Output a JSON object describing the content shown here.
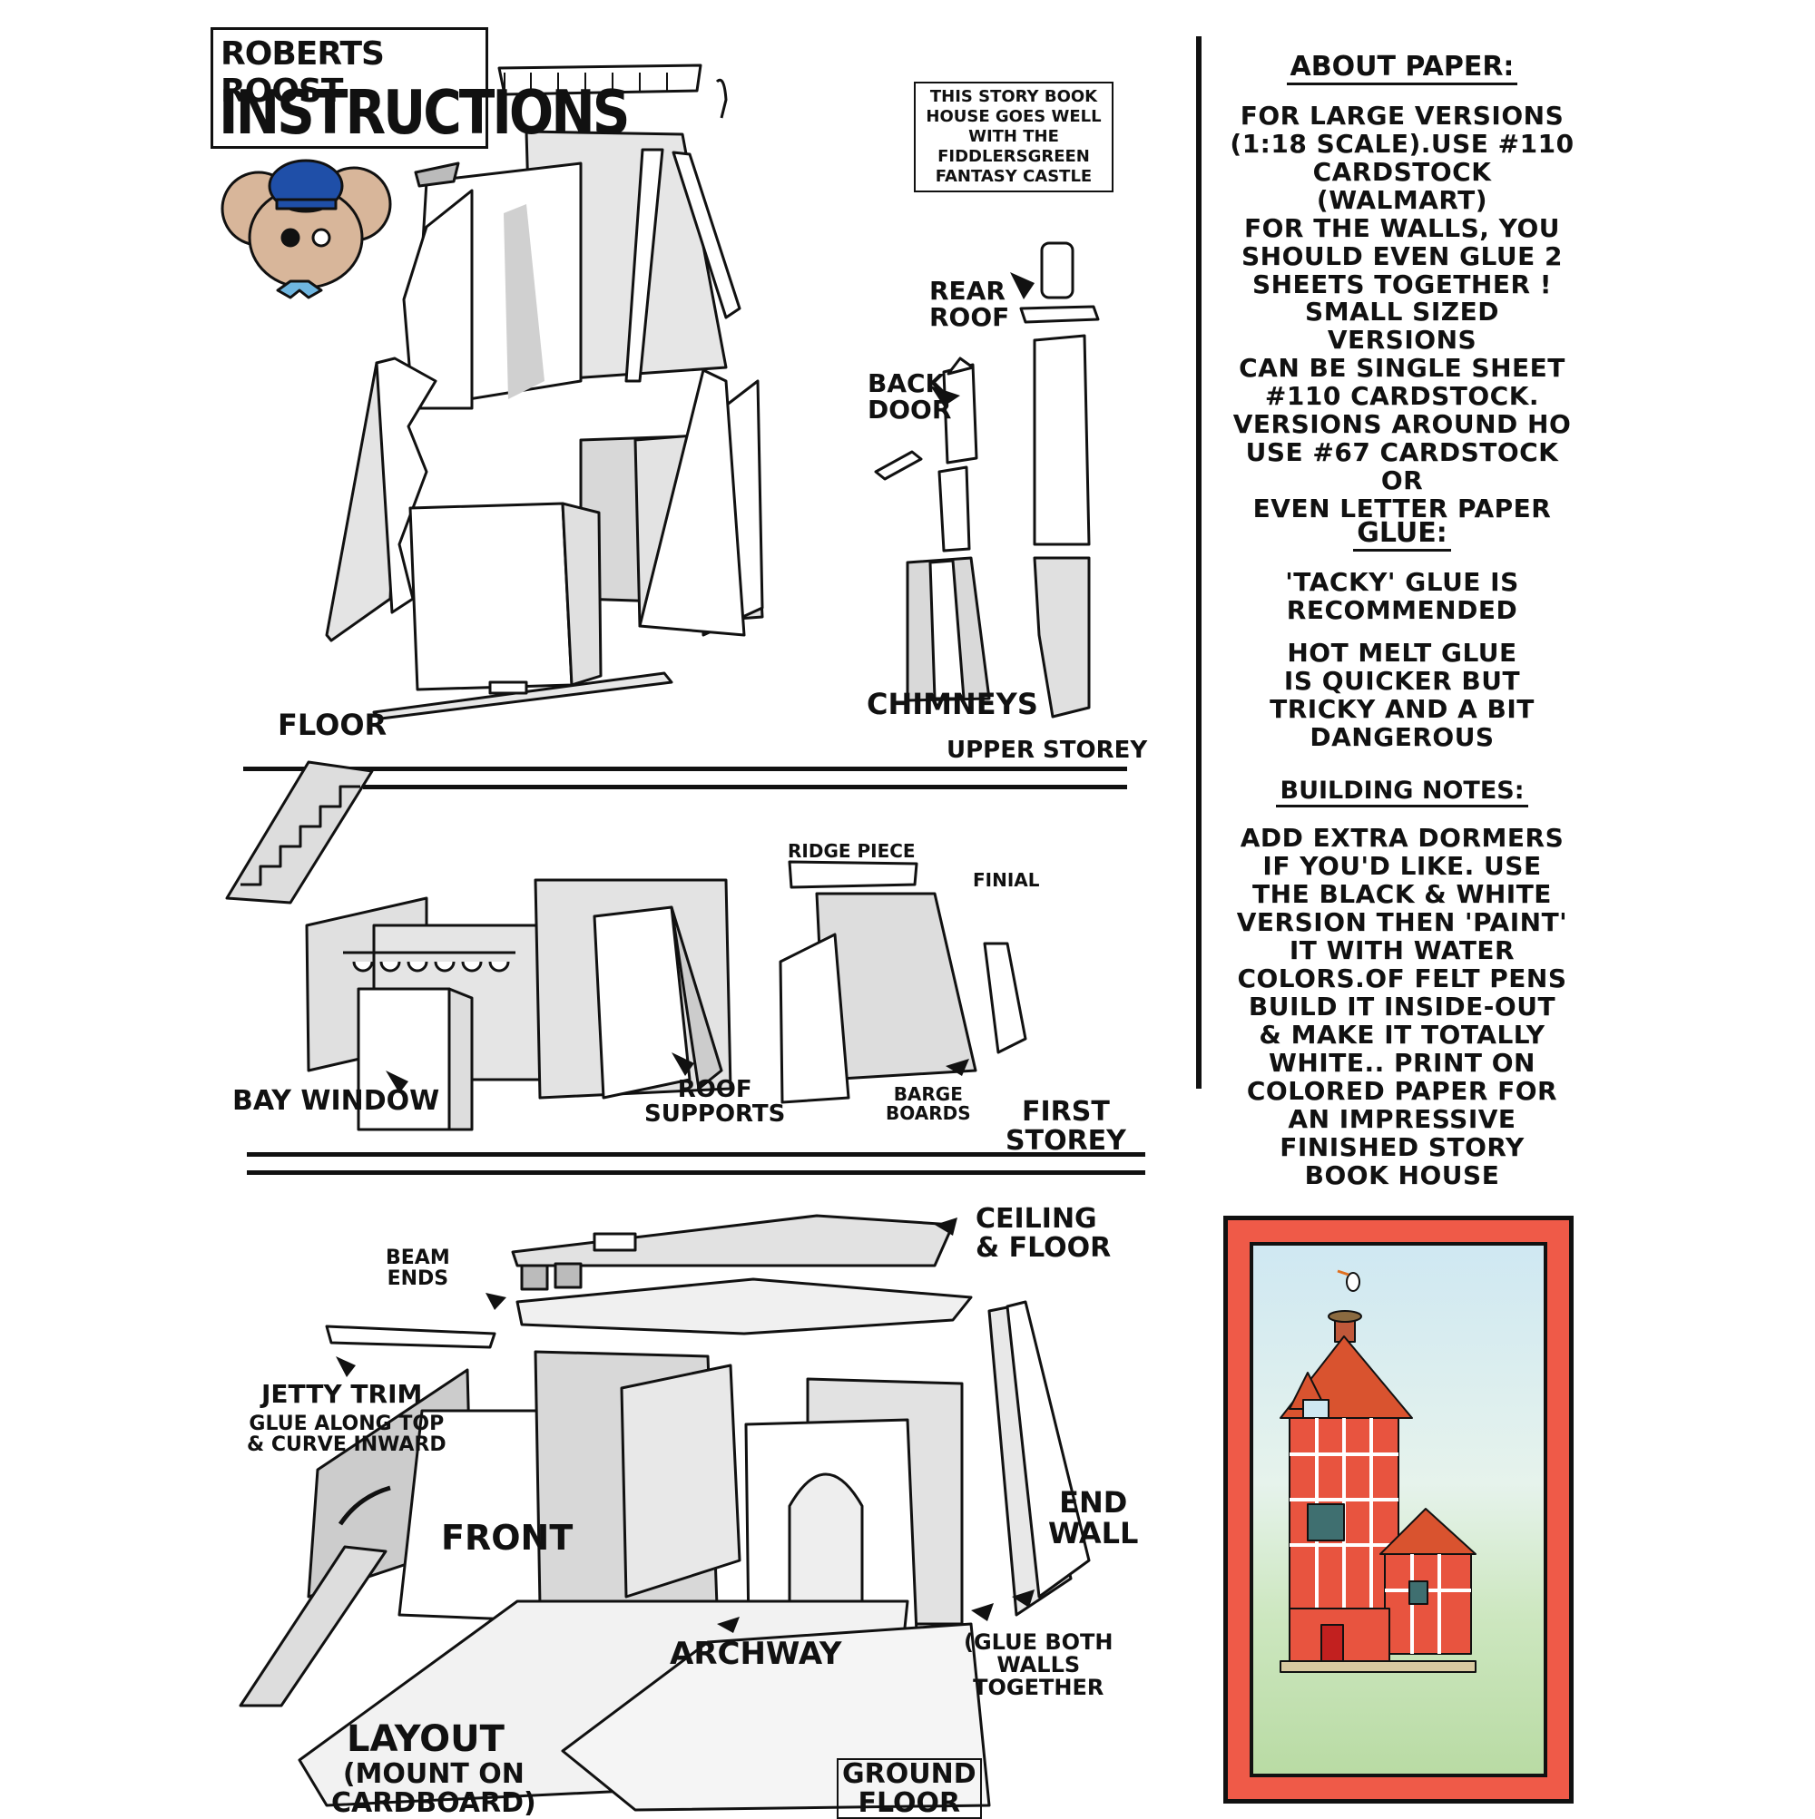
{
  "header": {
    "title_line1": "ROBERTS ROOST",
    "title_line2": "INSTRUCTIONS",
    "note": "THIS STORY BOOK\nHOUSE GOES WELL\nWITH THE\nFIDDLERSGREEN\nFANTASY CASTLE"
  },
  "upper": {
    "rear_roof": "REAR\nROOF",
    "back_door": "BACK\nDOOR",
    "chimneys": "CHIMNEYS",
    "floor": "FLOOR",
    "section": "UPPER STOREY"
  },
  "first": {
    "ridge_piece": "RIDGE PIECE",
    "finial": "FINIAL",
    "bay_window": "BAY WINDOW",
    "roof_supports": "ROOF\nSUPPORTS",
    "barge_boards": "BARGE\nBOARDS",
    "section": "FIRST\nSTOREY"
  },
  "ground": {
    "beam_ends": "BEAM\nENDS",
    "ceiling_floor": "CEILING\n& FLOOR",
    "jetty_trim": "JETTY TRIM",
    "jetty_note": "GLUE ALONG TOP\n& CURVE INWARD",
    "front": "FRONT",
    "end_wall": "END\nWALL",
    "archway": "ARCHWAY",
    "glue_both": "(GLUE BOTH\nWALLS\nTOGETHER",
    "layout": "LAYOUT",
    "layout_note": "(MOUNT ON\nCARDBOARD)",
    "section": "GROUND\nFLOOR"
  },
  "sidebar": {
    "about_heading": "ABOUT PAPER:",
    "about_p1": "FOR LARGE VERSIONS\n(1:18 SCALE).USE #110\nCARDSTOCK (WALMART)\nFOR THE WALLS, YOU\nSHOULD EVEN GLUE 2\nSHEETS TOGETHER !",
    "about_p2": "SMALL SIZED VERSIONS\nCAN BE SINGLE SHEET\n#110 CARDSTOCK.",
    "about_p3": "VERSIONS AROUND HO\nUSE #67 CARDSTOCK OR\nEVEN LETTER PAPER",
    "glue_heading": "GLUE:",
    "glue_p1": "'TACKY' GLUE IS\nRECOMMENDED",
    "glue_p2": "HOT MELT GLUE\nIS QUICKER BUT\nTRICKY AND A BIT\nDANGEROUS",
    "notes_heading": "BUILDING NOTES:",
    "notes_p1": "ADD EXTRA DORMERS\nIF YOU'D LIKE. USE\nTHE BLACK & WHITE\nVERSION THEN 'PAINT'\nIT WITH WATER\nCOLORS.OF FELT PENS\nBUILD IT INSIDE-OUT\n& MAKE IT TOTALLY\nWHITE.. PRINT ON\nCOLORED PAPER FOR\nAN IMPRESSIVE\nFINISHED STORY\nBOOK HOUSE"
  },
  "colors": {
    "frame": "#ef5a48",
    "brick": "#e8543f",
    "roof": "#d9532f",
    "ink": "#111111",
    "panel_gray": "#d9d9d9"
  }
}
